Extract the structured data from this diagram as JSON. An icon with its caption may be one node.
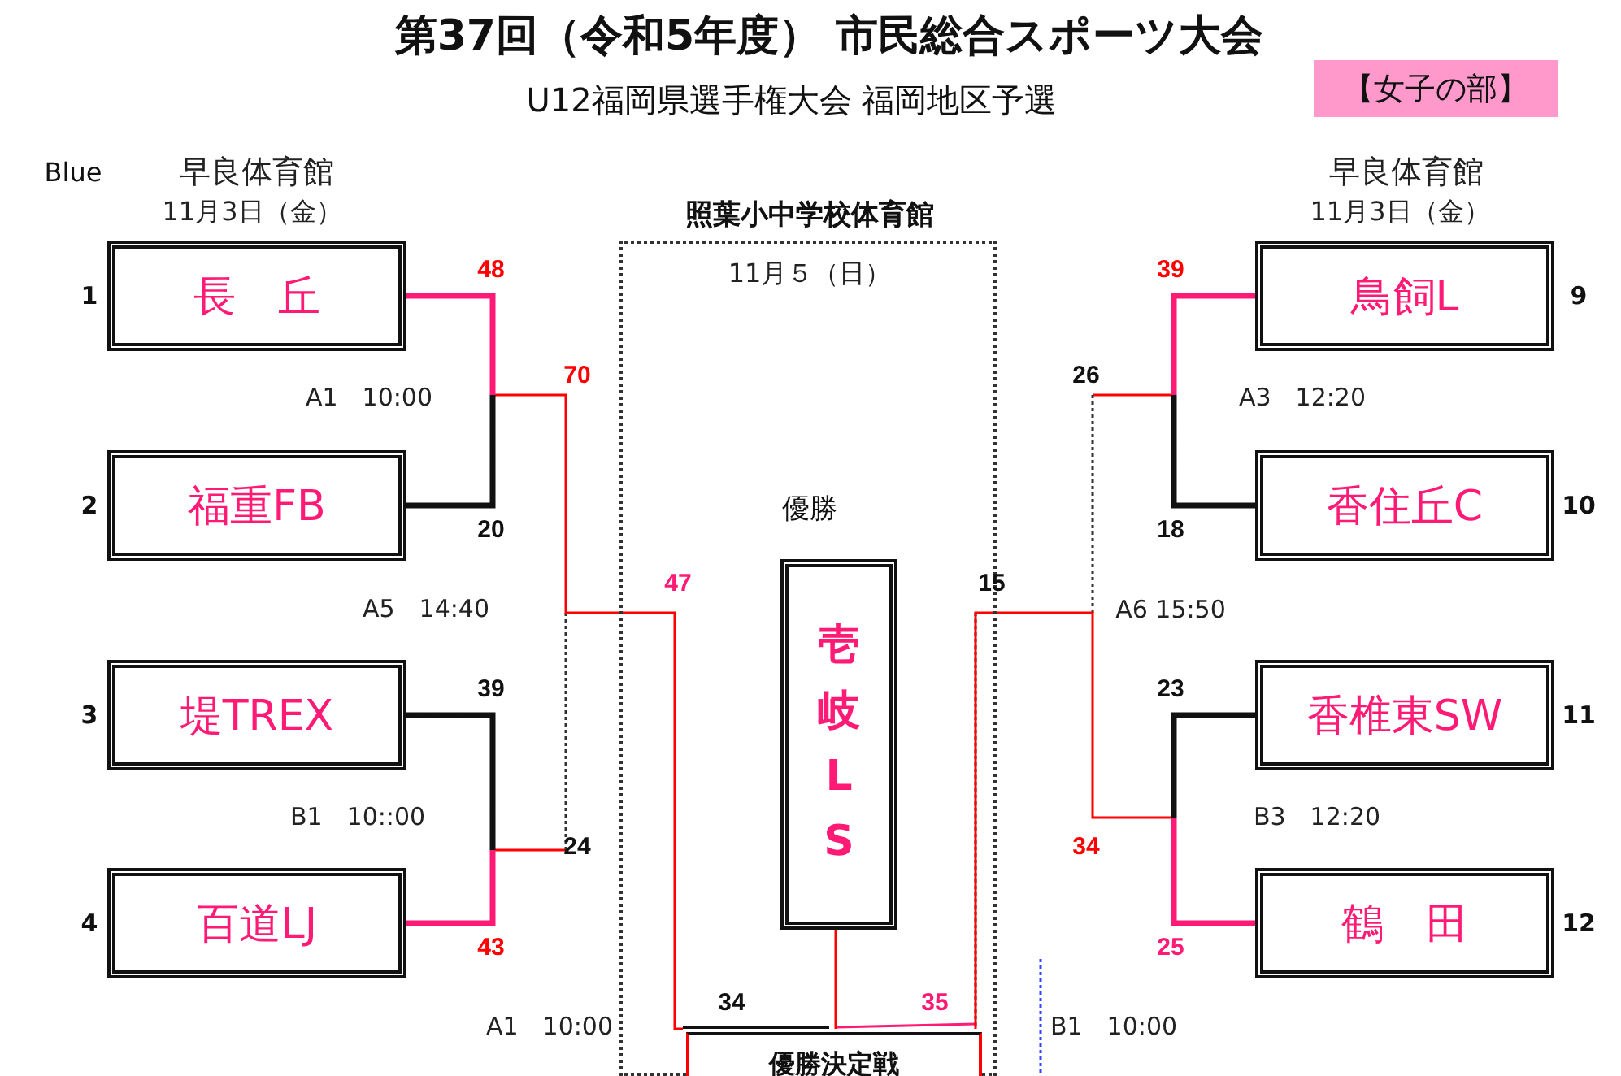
{
  "diagram": {
    "title": "第37回（令和5年度） 市民総合スポーツ大会",
    "nodes": [
      {
        "text": [
          "【女子の部】"
        ]
      },
      {
        "text": [
          "長　丘"
        ],
        "beside": [
          "1"
        ]
      },
      {
        "text": [
          "福重FB"
        ],
        "beside": [
          "2"
        ]
      },
      {
        "text": [
          "堤TREX"
        ],
        "beside": [
          "3"
        ]
      },
      {
        "text": [
          "百道LJ"
        ],
        "beside": [
          "4"
        ]
      },
      {
        "text": [
          "照葉小中学校体育館",
          "11月５（日）",
          "優勝"
        ]
      },
      {
        "text": [
          "壱岐LS"
        ],
        "in": 5
      },
      {
        "text": [
          "優勝決定戦"
        ],
        "in": 5
      },
      {
        "text": [
          "鳥飼L"
        ],
        "beside": [
          "9"
        ]
      },
      {
        "text": [
          "香住丘C"
        ],
        "beside": [
          "10"
        ]
      },
      {
        "text": [
          "香椎東SW"
        ],
        "beside": [
          "11"
        ]
      },
      {
        "text": [
          "鶴　田"
        ],
        "beside": [
          "12"
        ]
      }
    ],
    "edges": [
      {
        "from": 1,
        "to": 2,
        "arrow": "none",
        "style": "thick"
      },
      {
        "from": 3,
        "to": 4,
        "arrow": "none",
        "style": "thick"
      },
      {
        "from": 8,
        "to": 9,
        "arrow": "none",
        "style": "thick"
      },
      {
        "from": 10,
        "to": 11,
        "arrow": "none",
        "style": "thick"
      },
      {
        "from": 1,
        "to": 7,
        "arrow": "none",
        "color": "#ff0000"
      },
      {
        "from": 11,
        "to": 7,
        "arrow": "none",
        "color": "#ff0000"
      },
      {
        "from": 6,
        "to": 7,
        "arrow": "none",
        "color": "#ff0000"
      }
    ],
    "labels": [
      "U12福岡県選手権大会 福岡地区予選",
      "Blue",
      "早良体育館",
      "11月3日（金）",
      "早良体育館",
      "11月3日（金）",
      "48",
      "39",
      "A1　10:00",
      "70",
      "26",
      "A3　12:20",
      "20",
      "18",
      "47",
      "15",
      "A5　14:40",
      "A6 15:50",
      "39",
      "23",
      "B1　10::00",
      "24",
      "34",
      "B3　12:20",
      "43",
      "25",
      "34",
      "35",
      "A1　10:00",
      "B1　10:00"
    ]
  }
}
